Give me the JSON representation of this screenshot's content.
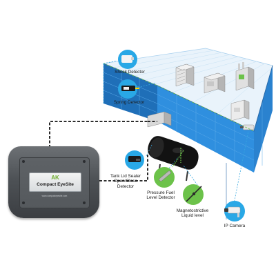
{
  "device": {
    "brand": "AK",
    "product": "Compact EyeSite",
    "url": "www.compacteyesite.com"
  },
  "labels": {
    "shock": "Shock Detector",
    "spring": "Spring Detector",
    "tank_lid": "Tank Lid Sealer\nOpen/Close\nDetector",
    "pressure": "Pressure Fuel\nLevel Detector",
    "magneto": "Magnetostrictive\nLiquid level",
    "camera": "IP Camera"
  },
  "colors": {
    "building_blue": "#2f8fdf",
    "building_dark": "#1f6fb8",
    "icon_blue": "#29a8e6",
    "sensor_green": "#6cc24a",
    "cable": "#111111",
    "dashed_blue": "#38a9e0"
  },
  "icons": [
    "shock-detector-icon",
    "spring-detector-icon",
    "tank-lid-icon",
    "pressure-detector-icon",
    "magnetostrictive-icon",
    "ip-camera-icon",
    "fuel-tank-icon"
  ]
}
